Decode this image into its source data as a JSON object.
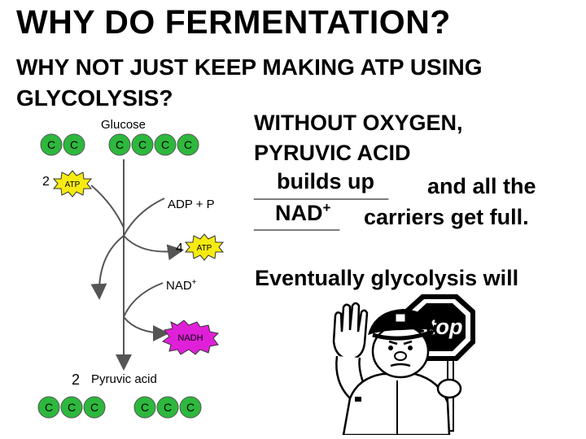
{
  "title": "WHY DO FERMENTATION?",
  "subtitle": "WHY NOT JUST KEEP MAKING ATP USING GLYCOLYSIS?",
  "right_text": {
    "line1": "WITHOUT OXYGEN,",
    "line2": "PYRUVIC ACID",
    "blank1": "___________",
    "fill1": "builds up",
    "after_blank1": "and all the",
    "blank2": "_______",
    "fill2": "NAD",
    "fill2_sup": "+",
    "after_blank2": "carriers get full.",
    "line5": "Eventually glycolysis will"
  },
  "diagram": {
    "glucose_label": "Glucose",
    "carbon_letter": "C",
    "atp_in_count": "2",
    "atp_label": "ATP",
    "adp_label": "ADP + P",
    "atp_out_count": "4",
    "nad_label": "NAD",
    "nad_sup": "+",
    "nadh_label": "NADH",
    "pyruvic_count": "2",
    "pyruvic_label": "Pyruvic acid",
    "colors": {
      "carbon_fill": "#2db83d",
      "atp_fill": "#f5ea12",
      "nadh_fill": "#e020d8"
    }
  },
  "stop_image": {
    "sign_text": "stop",
    "icon": "police-stop-sign-icon"
  }
}
